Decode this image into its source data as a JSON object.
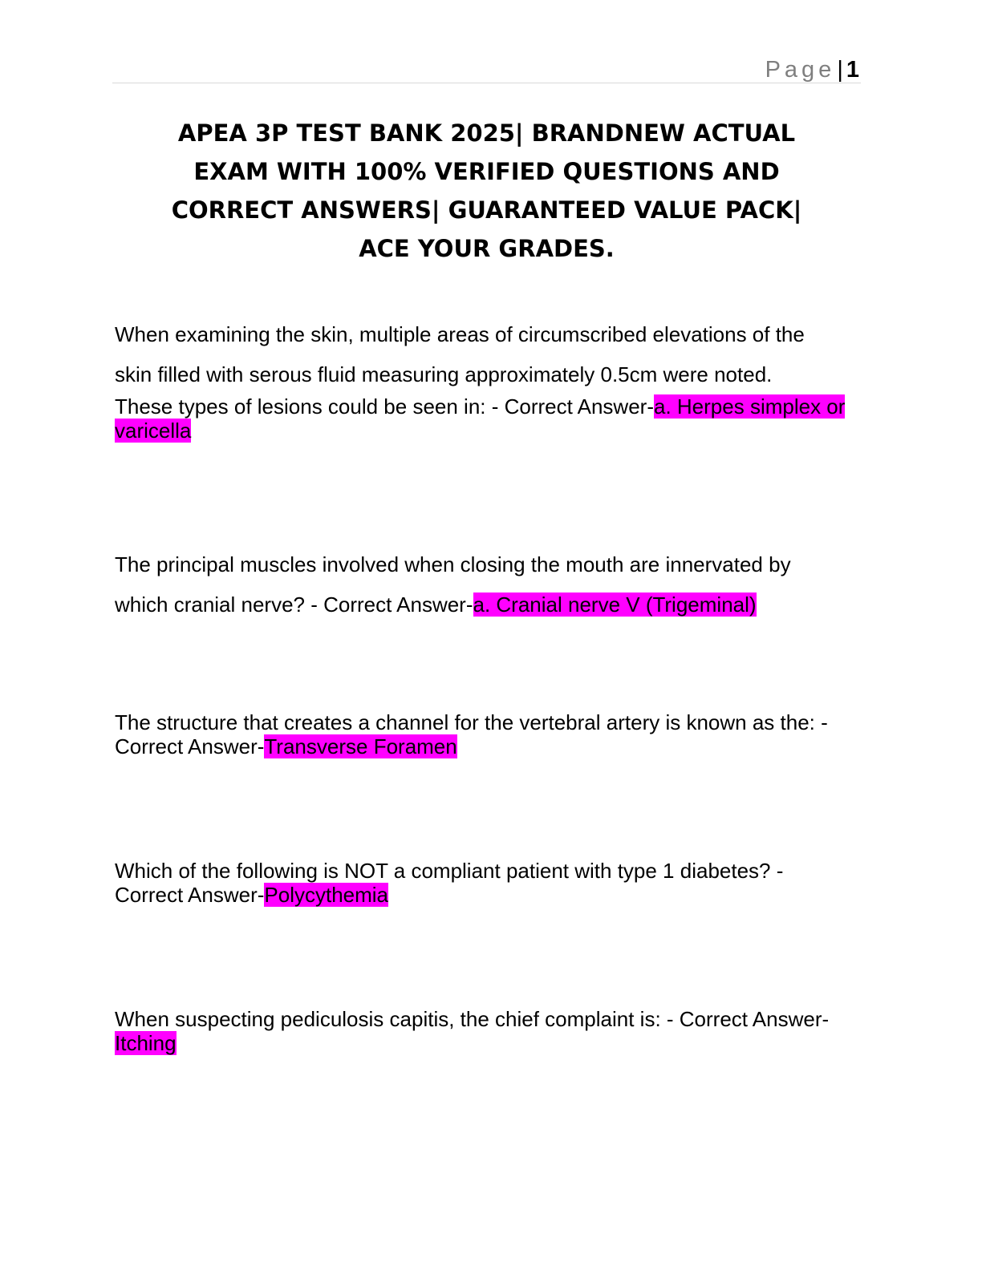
{
  "header": {
    "page_word": "Page",
    "separator": "|",
    "page_number": "1"
  },
  "document": {
    "title_lines": [
      "APEA 3P TEST BANK 2025| BRANDNEW ACTUAL",
      "EXAM WITH 100% VERIFIED QUESTIONS AND",
      "CORRECT ANSWERS| GUARANTEED VALUE PACK|",
      "ACE YOUR GRADES."
    ]
  },
  "questions": [
    {
      "lead_lines": [
        "When examining the skin, multiple areas of circumscribed elevations of the",
        "skin filled with serous fluid measuring approximately 0.5cm were noted."
      ],
      "text": "These types of lesions could be seen in: - Correct Answer-",
      "answer": "a. Herpes simplex or varicella"
    },
    {
      "lead_lines": [
        "The principal muscles involved when closing the mouth are innervated by"
      ],
      "text": "which cranial nerve? - Correct Answer-",
      "answer": "a. Cranial nerve V (Trigeminal)"
    },
    {
      "lead_lines": [],
      "text": "The structure that creates a channel for the vertebral artery is known as the: - Correct Answer-",
      "answer": "Transverse Foramen"
    },
    {
      "lead_lines": [],
      "text": "Which of the following is NOT a compliant patient with type 1 diabetes? - Correct Answer-",
      "answer": "Polycythemia"
    },
    {
      "lead_lines": [],
      "text": "When suspecting pediculosis capitis, the chief complaint is: - Correct Answer-",
      "answer": "Itching"
    }
  ]
}
